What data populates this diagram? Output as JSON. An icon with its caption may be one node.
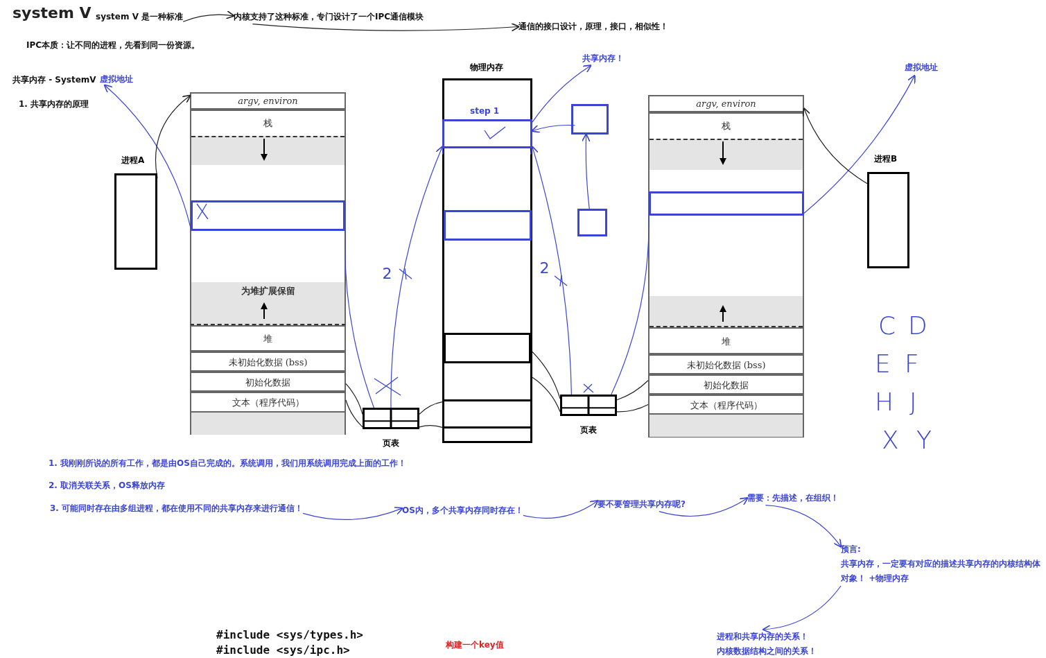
{
  "diagram": {
    "title": "system V",
    "nodes": [
      {
        "text": [
          "system V 是一种标准"
        ]
      },
      {
        "text": [
          "内核支持了这种标准，专门设计了一个IPC通信模块"
        ]
      },
      {
        "text": [
          "通信的接口设计，原理，接口，相似性！"
        ]
      },
      {
        "text": [
          "虚拟地址"
        ]
      },
      {
        "text": [
          "进程A"
        ]
      },
      {
        "text": [],
        "shape": "box"
      },
      {
        "text": [
          "argv, environ"
        ],
        "in": 5
      },
      {
        "text": [
          "栈"
        ],
        "in": 5
      },
      {
        "text": [
          "为堆扩展保留"
        ],
        "in": 5
      },
      {
        "text": [
          "堆"
        ],
        "in": 5
      },
      {
        "text": [
          "未初始化数据 (bss)"
        ],
        "in": 5
      },
      {
        "text": [
          "初始化数据"
        ],
        "in": 5
      },
      {
        "text": [
          "文本（程序代码）"
        ],
        "in": 5
      },
      {
        "text": [],
        "shape": "box",
        "in": 5
      },
      {
        "text": [],
        "shape": "box",
        "beside": [
          "页表"
        ]
      },
      {
        "text": [
          "物理内存"
        ]
      },
      {
        "text": [
          "step 1"
        ],
        "in": 15
      },
      {
        "text": [],
        "shape": "box",
        "in": 15
      },
      {
        "text": [
          "共享内存！"
        ]
      },
      {
        "text": [],
        "shape": "box"
      },
      {
        "text": [],
        "shape": "box"
      },
      {
        "text": [],
        "shape": "box",
        "beside": [
          "页表"
        ]
      },
      {
        "text": [],
        "shape": "box"
      },
      {
        "text": [
          "argv, environ"
        ],
        "in": 22
      },
      {
        "text": [
          "栈"
        ],
        "in": 22
      },
      {
        "text": [
          "堆"
        ],
        "in": 22
      },
      {
        "text": [
          "未初始化数据 (bss)"
        ],
        "in": 22
      },
      {
        "text": [
          "初始化数据"
        ],
        "in": 22
      },
      {
        "text": [
          "文本（程序代码）"
        ],
        "in": 22
      },
      {
        "text": [],
        "shape": "box",
        "in": 22
      },
      {
        "text": [
          "进程B"
        ]
      },
      {
        "text": [
          "虚拟地址"
        ]
      },
      {
        "text": [
          "3. 可能同时存在由多组进程，都在使用不同的共享内存来进行通信！"
        ]
      },
      {
        "text": [
          "OS内，多个共享内存同时存在！"
        ]
      },
      {
        "text": [
          "要不要管理共享内存呢?"
        ]
      },
      {
        "text": [
          "需要：先描述，在组织！"
        ]
      },
      {
        "text": [
          "预言:",
          "共享内存，一定要有对应的描述共享内存的内核结构体对象！ +物理内存"
        ]
      },
      {
        "text": [
          "进程和共享内存的关系！",
          "内核数据结构之间的关系！"
        ]
      }
    ],
    "edges": [
      {
        "from": 0,
        "to": 1,
        "arrow": "to",
        "color": "#222222"
      },
      {
        "from": 1,
        "to": 2,
        "arrow": "to",
        "color": "#222222"
      },
      {
        "from": 13,
        "to": 3,
        "arrow": "to"
      },
      {
        "from": 4,
        "to": 5,
        "arrow": "to",
        "color": "#222222"
      },
      {
        "from": 13,
        "to": 14,
        "arrow": "none"
      },
      {
        "from": 14,
        "to": 16,
        "arrow": "to",
        "label": "2"
      },
      {
        "from": 11,
        "to": 14,
        "arrow": "none",
        "color": "#222222"
      },
      {
        "from": 12,
        "to": 14,
        "arrow": "none",
        "color": "#222222"
      },
      {
        "from": 14,
        "to": 15,
        "arrow": "none",
        "color": "#222222"
      },
      {
        "from": 14,
        "to": 15,
        "arrow": "none",
        "color": "#222222"
      },
      {
        "from": 16,
        "to": 18,
        "arrow": "to"
      },
      {
        "from": 19,
        "to": 16,
        "arrow": "to"
      },
      {
        "from": 20,
        "to": 19,
        "arrow": "to"
      },
      {
        "from": 21,
        "to": 16,
        "arrow": "to",
        "label": "2"
      },
      {
        "from": 21,
        "to": 29,
        "arrow": "none"
      },
      {
        "from": 15,
        "to": 21,
        "arrow": "none",
        "color": "#222222"
      },
      {
        "from": 15,
        "to": 21,
        "arrow": "none",
        "color": "#222222"
      },
      {
        "from": 21,
        "to": 27,
        "arrow": "none",
        "color": "#222222"
      },
      {
        "from": 21,
        "to": 28,
        "arrow": "none",
        "color": "#222222"
      },
      {
        "from": 29,
        "to": 31,
        "arrow": "to"
      },
      {
        "from": 30,
        "to": 22,
        "arrow": "to",
        "color": "#222222"
      },
      {
        "from": 32,
        "to": 33,
        "arrow": "to"
      },
      {
        "from": 33,
        "to": 34,
        "arrow": "to"
      },
      {
        "from": 34,
        "to": 35,
        "arrow": "to"
      },
      {
        "from": 35,
        "to": 36,
        "arrow": "to"
      },
      {
        "from": 36,
        "to": 37,
        "arrow": "to"
      }
    ],
    "labels": [
      "IPC本质：让不同的进程，先看到同一份资源。",
      "共享内存 - SystemV",
      "1. 共享内存的原理",
      "C",
      "D",
      "E",
      "F",
      "H",
      "J",
      "X",
      "Y",
      "1. 我刚刚所说的所有工作，都是由OS自己完成的。系统调用，我们用系统调用完成上面的工作！",
      "2. 取消关联关系，OS释放内存",
      "#include <sys/types.h>",
      "#include <sys/ipc.h>",
      "构建一个key值"
    ]
  }
}
